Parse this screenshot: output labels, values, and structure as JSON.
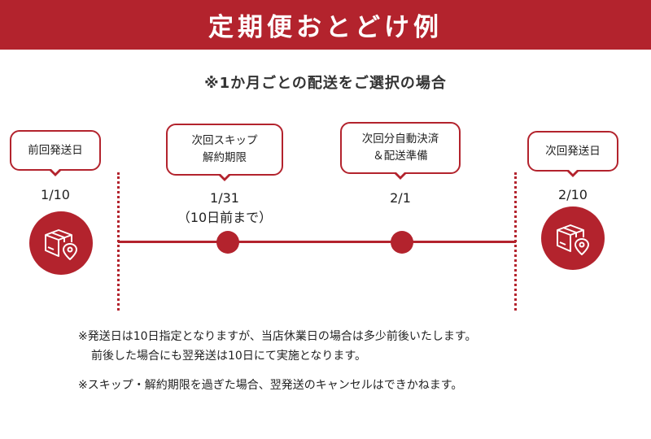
{
  "header": {
    "title": "定期便おとどけ例"
  },
  "subtitle": "※1か月ごとの配送をご選択の場合",
  "timeline": {
    "points": [
      {
        "bubble_lines": [
          "前回発送日"
        ],
        "date": "1/10",
        "date_note": ""
      },
      {
        "bubble_lines": [
          "次回スキップ",
          "解約期限"
        ],
        "date": "1/31",
        "date_note": "（10日前まで）"
      },
      {
        "bubble_lines": [
          "次回分自動決済",
          "＆配送準備"
        ],
        "date": "2/1",
        "date_note": ""
      },
      {
        "bubble_lines": [
          "次回発送日"
        ],
        "date": "2/10",
        "date_note": ""
      }
    ],
    "icon": "package-location-icon",
    "accent_color": "#b3232d"
  },
  "notes": [
    "※発送日は10日指定となりますが、当店休業日の場合は多少前後いたします。",
    "前後した場合にも翌発送は10日にて実施となります。",
    "※スキップ・解約期限を過ぎた場合、翌発送のキャンセルはできかねます。"
  ]
}
